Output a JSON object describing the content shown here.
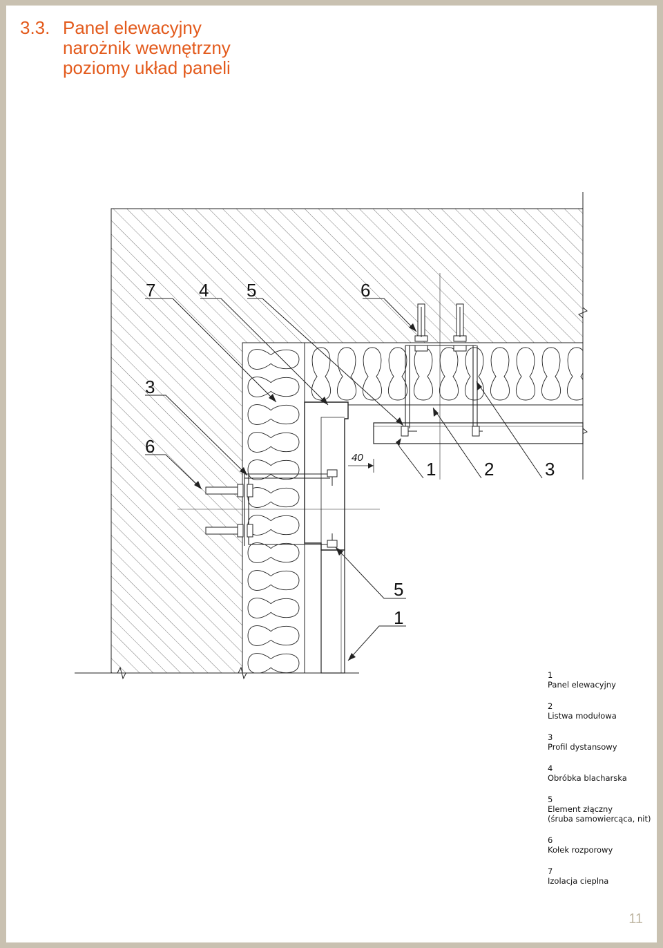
{
  "header": {
    "section_number": "3.3.",
    "title_lines": [
      "Panel elewacyjny",
      "narożnik wewnętrzny",
      "poziomy układ paneli"
    ]
  },
  "drawing": {
    "callouts_left": {
      "top_7": "7",
      "top_4": "4",
      "top_5": "5",
      "top_6": "6",
      "side_3": "3",
      "side_6": "6"
    },
    "callouts_right": {
      "r_1": "1",
      "r_2": "2",
      "r_3": "3"
    },
    "callouts_bottom": {
      "b_5": "5",
      "b_1": "1"
    },
    "dimension": "40"
  },
  "legend": [
    {
      "number": "1",
      "text": "Panel elewacyjny"
    },
    {
      "number": "2",
      "text": "Listwa modułowa"
    },
    {
      "number": "3",
      "text": "Profil dystansowy"
    },
    {
      "number": "4",
      "text": "Obróbka blacharska"
    },
    {
      "number": "5",
      "text": "Element złączny\n(śruba samowiercąca, nit)"
    },
    {
      "number": "6",
      "text": "Kołek rozporowy"
    },
    {
      "number": "7",
      "text": "Izolacja cieplna"
    }
  ],
  "page_number": "11",
  "colors": {
    "accent": "#e35b1d",
    "frame": "#c9c1b1",
    "page_number": "#c0b7a4",
    "line": "#111111"
  }
}
